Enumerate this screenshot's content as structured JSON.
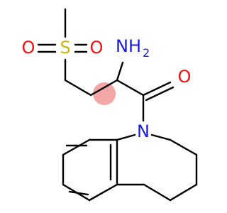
{
  "molecule": {
    "colors": {
      "oxygen": "#ff0d0d",
      "sulfur": "#c8b414",
      "nitrogen": "#1919e6",
      "bond": "#000000",
      "highlight": "#f4a6a6"
    },
    "labels": {
      "sulfur": "S",
      "oxygen_left": "O",
      "oxygen_right": "O",
      "amine": "NH",
      "amine_subscript": "2",
      "carbonyl_oxygen": "O",
      "ring_nitrogen": "N"
    }
  }
}
